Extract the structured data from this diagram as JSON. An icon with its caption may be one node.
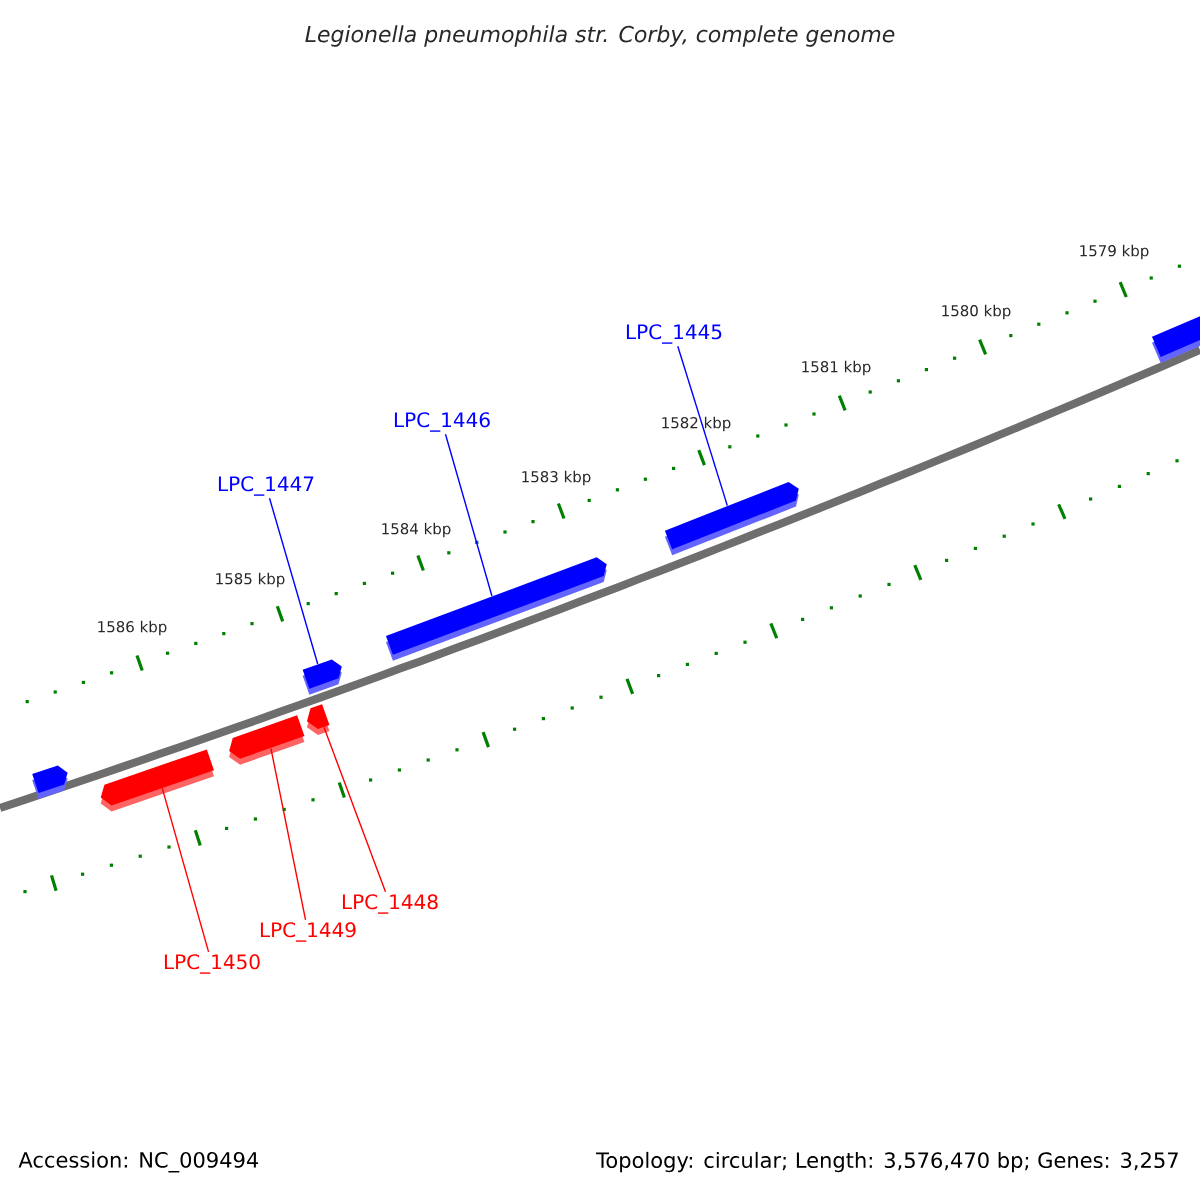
{
  "diagram": {
    "title": "Legionella pneumophila str. Corby, complete genome",
    "nodes": [
      {
        "text": [
          "LPC_1447"
        ]
      },
      {
        "text": [],
        "shape": "pentagon"
      },
      {
        "text": [
          "LPC_1446"
        ]
      },
      {
        "text": [],
        "shape": "pentagon"
      },
      {
        "text": [
          "LPC_1445"
        ]
      },
      {
        "text": [],
        "shape": "pentagon"
      },
      {
        "text": [],
        "shape": "pentagon"
      },
      {
        "text": [],
        "shape": "pentagon"
      },
      {
        "text": [],
        "shape": "pentagon"
      },
      {
        "text": [],
        "shape": "pentagon"
      },
      {
        "text": [],
        "shape": "pentagon"
      },
      {
        "text": [
          "LPC_1448"
        ]
      },
      {
        "text": [
          "LPC_1449"
        ]
      },
      {
        "text": [
          "LPC_1450"
        ]
      }
    ],
    "edges": [
      {
        "from": 0,
        "to": 1,
        "arrow": "none",
        "color": "#0000ff"
      },
      {
        "from": 2,
        "to": 3,
        "arrow": "none",
        "color": "#0000ff"
      },
      {
        "from": 4,
        "to": 5,
        "arrow": "none",
        "color": "#0000ff"
      },
      {
        "from": 11,
        "to": 10,
        "arrow": "none",
        "color": "#ff0000"
      },
      {
        "from": 12,
        "to": 9,
        "arrow": "none",
        "color": "#ff0000"
      },
      {
        "from": 13,
        "to": 8,
        "arrow": "none",
        "color": "#ff0000"
      }
    ],
    "labels": [
      "1579 kbp",
      "1580 kbp",
      "1581 kbp",
      "1582 kbp",
      "1583 kbp",
      "1584 kbp",
      "1585 kbp",
      "1586 kbp",
      "Accession: NC_009494",
      "Topology: circular; Length: 3,576,470 bp; Genes: 3,257"
    ]
  }
}
